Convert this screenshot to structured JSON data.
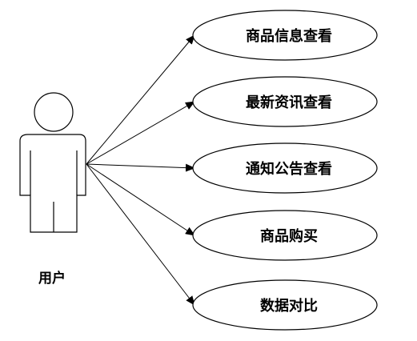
{
  "actor": {
    "label": "用户"
  },
  "use_cases": [
    {
      "label": "商品信息查看"
    },
    {
      "label": "最新资讯查看"
    },
    {
      "label": "通知公告查看"
    },
    {
      "label": "商品购买"
    },
    {
      "label": "数据对比"
    }
  ],
  "colors": {
    "stroke": "#000000",
    "background": "#ffffff"
  }
}
